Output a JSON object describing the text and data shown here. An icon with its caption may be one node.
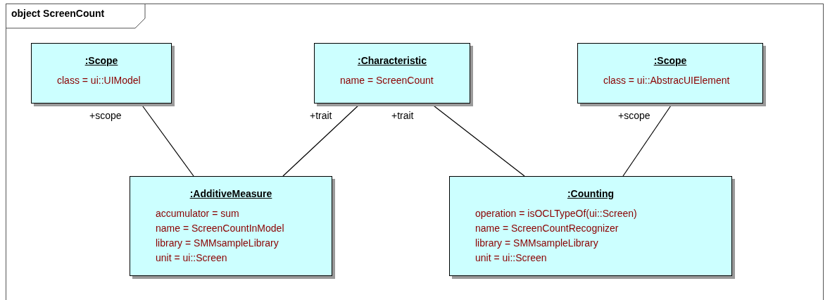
{
  "diagram": {
    "title": "object ScreenCount",
    "nodes": [
      {
        "text": [
          ":Scope",
          "class = ui::UIModel"
        ]
      },
      {
        "text": [
          ":Characteristic",
          "name = ScreenCount"
        ]
      },
      {
        "text": [
          ":Scope",
          "class = ui::AbstracUIElement"
        ]
      },
      {
        "text": [
          ":AdditiveMeasure",
          "accumulator = sum",
          "name = ScreenCountInModel",
          "library = SMMsampleLibrary",
          "unit = ui::Screen"
        ]
      },
      {
        "text": [
          ":Counting",
          "operation = isOCLTypeOf(ui::Screen)",
          "name = ScreenCountRecognizer",
          "library = SMMsampleLibrary",
          "unit = ui::Screen"
        ]
      }
    ],
    "edges": [
      {
        "from": 0,
        "to": 3,
        "arrow": "none",
        "label": "+scope"
      },
      {
        "from": 1,
        "to": 3,
        "arrow": "none",
        "label": "+trait"
      },
      {
        "from": 1,
        "to": 4,
        "arrow": "none",
        "label": "+trait"
      },
      {
        "from": 2,
        "to": 4,
        "arrow": "none",
        "label": "+scope"
      }
    ]
  }
}
